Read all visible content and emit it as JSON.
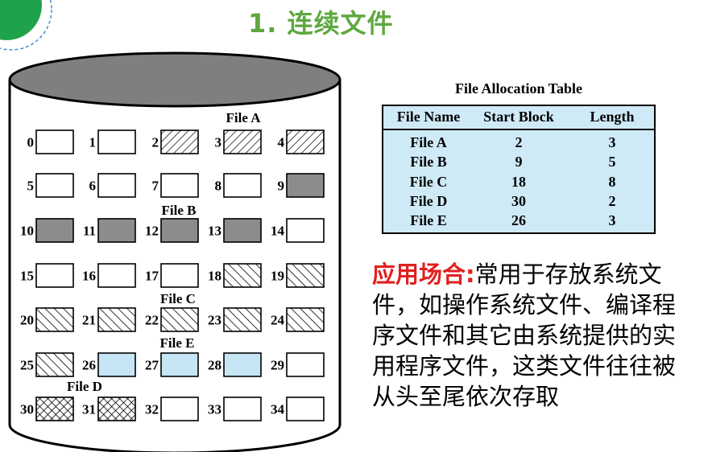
{
  "title": "1. 连续文件",
  "disk": {
    "file_labels": [
      {
        "key": "A",
        "text": "File A"
      },
      {
        "key": "B",
        "text": "File B"
      },
      {
        "key": "C",
        "text": "File C"
      },
      {
        "key": "E",
        "text": "File E"
      },
      {
        "key": "D",
        "text": "File D"
      }
    ],
    "blocks": [
      {
        "n": "0",
        "fill": "empty"
      },
      {
        "n": "1",
        "fill": "empty"
      },
      {
        "n": "2",
        "fill": "A"
      },
      {
        "n": "3",
        "fill": "A"
      },
      {
        "n": "4",
        "fill": "A"
      },
      {
        "n": "5",
        "fill": "empty"
      },
      {
        "n": "6",
        "fill": "empty"
      },
      {
        "n": "7",
        "fill": "empty"
      },
      {
        "n": "8",
        "fill": "empty"
      },
      {
        "n": "9",
        "fill": "B"
      },
      {
        "n": "10",
        "fill": "B"
      },
      {
        "n": "11",
        "fill": "B"
      },
      {
        "n": "12",
        "fill": "B"
      },
      {
        "n": "13",
        "fill": "B"
      },
      {
        "n": "14",
        "fill": "empty"
      },
      {
        "n": "15",
        "fill": "empty"
      },
      {
        "n": "16",
        "fill": "empty"
      },
      {
        "n": "17",
        "fill": "empty"
      },
      {
        "n": "18",
        "fill": "C"
      },
      {
        "n": "19",
        "fill": "C"
      },
      {
        "n": "20",
        "fill": "C"
      },
      {
        "n": "21",
        "fill": "C"
      },
      {
        "n": "22",
        "fill": "C"
      },
      {
        "n": "23",
        "fill": "C"
      },
      {
        "n": "24",
        "fill": "C"
      },
      {
        "n": "25",
        "fill": "C"
      },
      {
        "n": "26",
        "fill": "E"
      },
      {
        "n": "27",
        "fill": "E"
      },
      {
        "n": "28",
        "fill": "E"
      },
      {
        "n": "29",
        "fill": "empty"
      },
      {
        "n": "30",
        "fill": "D"
      },
      {
        "n": "31",
        "fill": "D"
      },
      {
        "n": "32",
        "fill": "empty"
      },
      {
        "n": "33",
        "fill": "empty"
      },
      {
        "n": "34",
        "fill": "empty"
      }
    ],
    "colors": {
      "cylinder_top": "#7f7f7f",
      "file_b": "#8c8c8c",
      "file_e": "#c6e6f5",
      "empty": "#ffffff",
      "outline": "#000000"
    }
  },
  "fat": {
    "title": "File Allocation Table",
    "headers": [
      "File Name",
      "Start Block",
      "Length"
    ],
    "rows": [
      [
        "File A",
        "2",
        "3"
      ],
      [
        "File B",
        "9",
        "5"
      ],
      [
        "File C",
        "18",
        "8"
      ],
      [
        "File D",
        "30",
        "2"
      ],
      [
        "File E",
        "26",
        "3"
      ]
    ],
    "background": "#cfeaf7"
  },
  "usage": {
    "lead": "应用场合:",
    "text": "常用于存放系统文件，如操作系统文件、编译程序文件和其它由系统提供的实用程序文件，这类文件往往被从头至尾依次存取"
  },
  "colors": {
    "title_green": "#5fa83f",
    "lead_red": "#e0201f",
    "logo_green": "#1fa34a"
  }
}
